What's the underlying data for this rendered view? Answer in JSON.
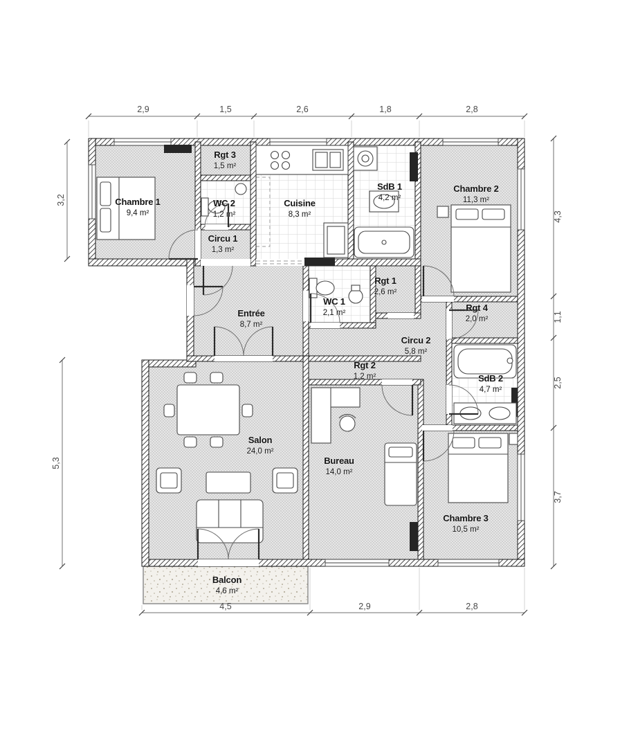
{
  "plan": {
    "rooms": [
      {
        "id": "chambre-1",
        "label": "Chambre 1",
        "area": "9,4 m²"
      },
      {
        "id": "rgt-3",
        "label": "Rgt 3",
        "area": "1,5 m²"
      },
      {
        "id": "wc-2",
        "label": "WC 2",
        "area": "1,2 m²"
      },
      {
        "id": "cuisine",
        "label": "Cuisine",
        "area": "8,3 m²"
      },
      {
        "id": "sdb-1",
        "label": "SdB 1",
        "area": "4,2 m²"
      },
      {
        "id": "chambre-2",
        "label": "Chambre 2",
        "area": "11,3 m²"
      },
      {
        "id": "circu-1",
        "label": "Circu 1",
        "area": "1,3 m²"
      },
      {
        "id": "entree",
        "label": "Entrée",
        "area": "8,7 m²"
      },
      {
        "id": "wc-1",
        "label": "WC 1",
        "area": "2,1 m²"
      },
      {
        "id": "rgt-1",
        "label": "Rgt 1",
        "area": "2,6 m²"
      },
      {
        "id": "rgt-4",
        "label": "Rgt 4",
        "area": "2,0 m²"
      },
      {
        "id": "circu-2",
        "label": "Circu 2",
        "area": "5,8 m²"
      },
      {
        "id": "sdb-2",
        "label": "SdB 2",
        "area": "4,7 m²"
      },
      {
        "id": "rgt-2",
        "label": "Rgt 2",
        "area": "1,2 m²"
      },
      {
        "id": "salon",
        "label": "Salon",
        "area": "24,0 m²"
      },
      {
        "id": "bureau",
        "label": "Bureau",
        "area": "14,0 m²"
      },
      {
        "id": "chambre-3",
        "label": "Chambre 3",
        "area": "10,5 m²"
      },
      {
        "id": "balcon",
        "label": "Balcon",
        "area": "4,6 m²"
      }
    ],
    "dimensions": {
      "top": [
        "2,9",
        "1,5",
        "2,6",
        "1,8",
        "2,8"
      ],
      "left": [
        "3,2",
        "5,3"
      ],
      "right": [
        "4,3",
        "1,1",
        "2,5",
        "3,7"
      ],
      "bottom": [
        "4,5",
        "2,9",
        "2,8"
      ]
    },
    "colors": {
      "wall": "#1a1a1a",
      "floor_hatch": "#c8c8c8",
      "tile_line": "#d4d4d4",
      "text": "#141414",
      "dimension_text": "#4a4a4a"
    }
  }
}
